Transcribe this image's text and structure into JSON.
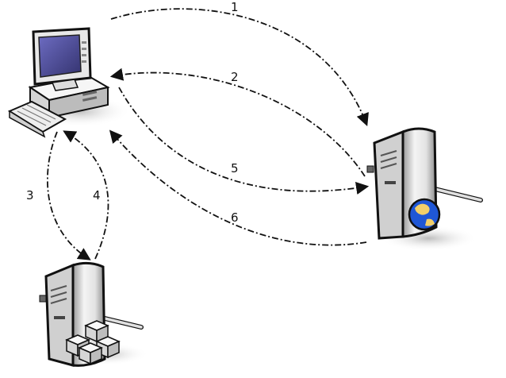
{
  "colors": {
    "stroke": "#111111",
    "screen": "#4b4a9c",
    "globe": "#1f57d6",
    "land": "#f2cf6a",
    "case_light": "#f4f4f4",
    "case_dark": "#7a7a7a"
  },
  "icons": {
    "client": "desktop-computer-icon",
    "web_server": "web-server-globe-icon",
    "app_server": "application-server-cubes-icon"
  },
  "arrows": {
    "a1": "1",
    "a2": "2",
    "a3": "3",
    "a4": "4",
    "a5": "5",
    "a6": "6"
  }
}
